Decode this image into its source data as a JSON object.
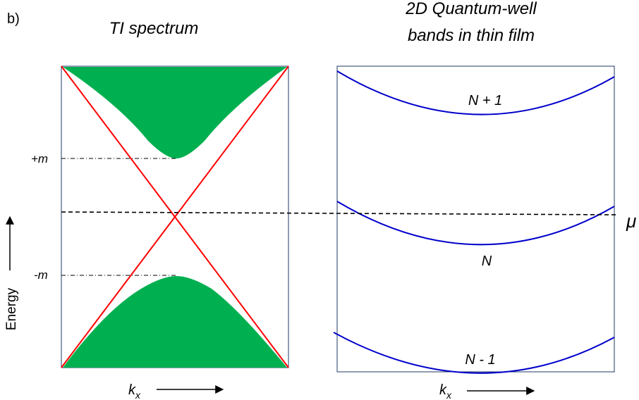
{
  "panel_label": "b)",
  "left_panel": {
    "title": "TI spectrum",
    "plus_m_label": "+m",
    "minus_m_label": "-m",
    "x_axis_label_main": "k",
    "x_axis_label_sub": "x",
    "y_axis_label": "Energy",
    "colors": {
      "bulk_bands": "#00b050",
      "surface_states": "#ff0000",
      "frame": "#1f3864"
    }
  },
  "right_panel": {
    "title_line1": "2D Quantum-well",
    "title_line2": "bands in thin film",
    "bands": [
      {
        "label": "N + 1"
      },
      {
        "label": "N"
      },
      {
        "label": "N - 1"
      }
    ],
    "x_axis_label_main": "k",
    "x_axis_label_sub": "x",
    "colors": {
      "bands": "#0000cc",
      "frame": "#1f3864"
    }
  },
  "chemical_potential_label": "μ"
}
